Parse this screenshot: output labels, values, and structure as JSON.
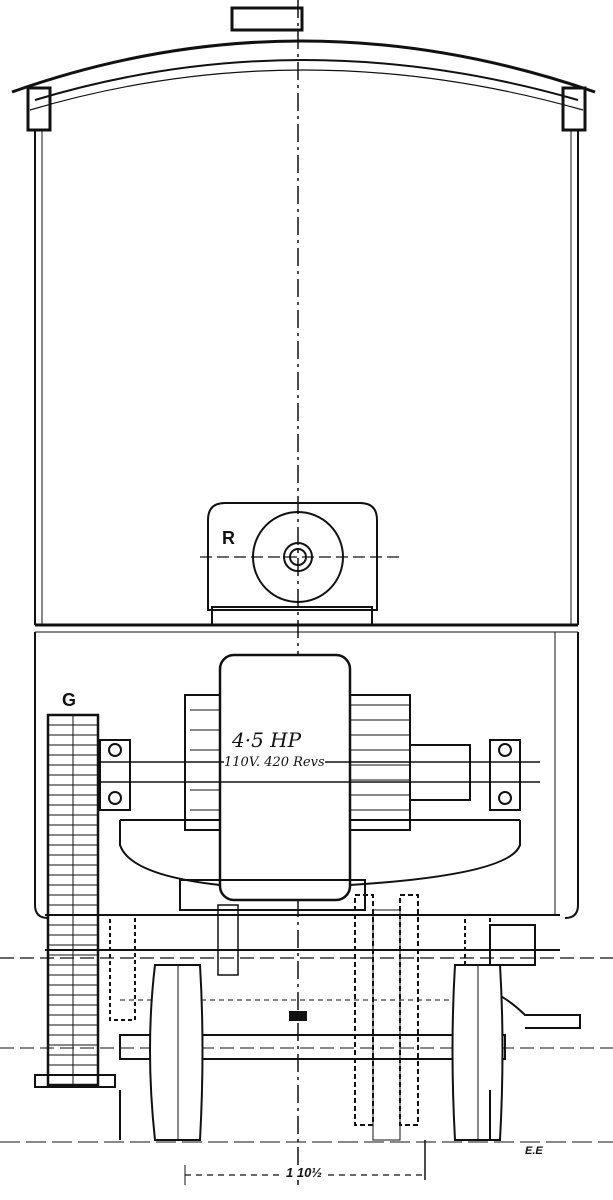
{
  "drawing": {
    "label_r": "R",
    "label_g": "G",
    "motor_power": "4·5 HP",
    "motor_spec": "110V. 420 Revs",
    "dimension": "1 10½",
    "signature": "E.E"
  },
  "colors": {
    "ink": "#111111",
    "paper": "#ffffff"
  }
}
